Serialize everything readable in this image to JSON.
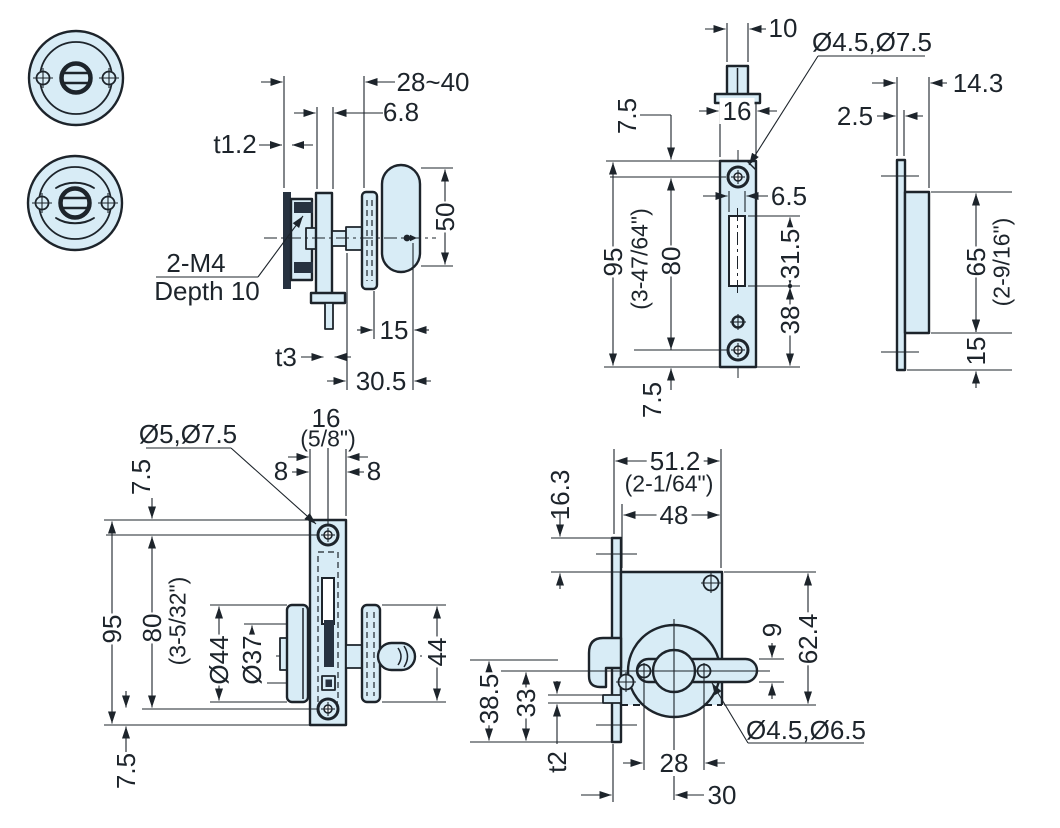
{
  "drawing": {
    "knob_side": {
      "door_thickness": "28~40",
      "backset": "6.8",
      "t1": "t1.2",
      "knob_height": "50",
      "tap_note_line1": "2-M4",
      "tap_note_line2": "Depth 10",
      "knob_offset": "15",
      "t3": "t3",
      "overall_depth": "30.5"
    },
    "strike_front": {
      "bolt_width": "10",
      "hole_diameters": "Ø4.5,Ø7.5",
      "top_margin": "7.5",
      "width": "16",
      "height": "95",
      "height_inch": "(3-47/64\")",
      "hole_pitch": "80",
      "slot_width": "6.5",
      "slot_height": "31.5",
      "slot_to_hole": "38",
      "bottom_margin": "7.5"
    },
    "strike_side": {
      "plate_thickness": "2.5",
      "depth": "14.3",
      "body_height": "65",
      "body_height_inch": "(2-9/16\")",
      "bottom_offset": "15"
    },
    "lock_front": {
      "hole_diameters": "Ø5,Ø7.5",
      "width": "16",
      "width_inch": "(5/8\")",
      "offset_left": "8",
      "offset_right": "8",
      "top_margin": "7.5",
      "height": "95",
      "hole_pitch": "80",
      "hole_pitch_inch": "(3-5/32\")",
      "rosette_outer": "Ø44",
      "rosette_inner": "Ø37",
      "knob_length": "44",
      "bottom_margin": "7.5"
    },
    "lock_side": {
      "width": "51.2",
      "width_inch": "(2-1/64\")",
      "plate_offset": "16.3",
      "case_width": "48",
      "lever_height": "9",
      "case_height": "62.4",
      "lever_center": "38.5",
      "tab_center": "33",
      "t2": "t2",
      "hole_pitch": "28",
      "center_offset": "30",
      "hole_diameters": "Ø4.5,Ø6.5"
    }
  }
}
